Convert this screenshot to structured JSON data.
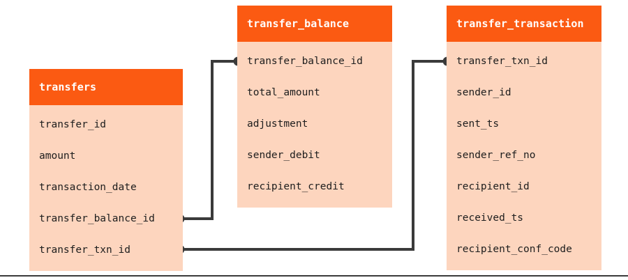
{
  "diagram": {
    "type": "entity-relationship-diagram",
    "colors": {
      "header_bg": "#fb5a12",
      "body_bg": "#fdd5be",
      "header_text": "#ffffff",
      "field_text": "#1d1d1d",
      "connector": "#3a3a3a",
      "canvas_bg": "#ffffff"
    },
    "entities": [
      {
        "id": "transfers",
        "title": "transfers",
        "fields": [
          "transfer_id",
          "amount",
          "transaction_date",
          "transfer_balance_id",
          "transfer_txn_id"
        ]
      },
      {
        "id": "transfer_balance",
        "title": "transfer_balance",
        "fields": [
          "transfer_balance_id",
          "total_amount",
          "adjustment",
          "sender_debit",
          "recipient_credit"
        ]
      },
      {
        "id": "transfer_transaction",
        "title": "transfer_transaction",
        "fields": [
          "transfer_txn_id",
          "sender_id",
          "sent_ts",
          "sender_ref_no",
          "recipient_id",
          "received_ts",
          "recipient_conf_code"
        ]
      }
    ],
    "relationships": [
      {
        "id": "transfers-to-transfer-balance",
        "from_entity": "transfers",
        "from_field": "transfer_balance_id",
        "to_entity": "transfer_balance",
        "to_field": "transfer_balance_id"
      },
      {
        "id": "transfers-to-transfer-transaction",
        "from_entity": "transfers",
        "from_field": "transfer_txn_id",
        "to_entity": "transfer_transaction",
        "to_field": "transfer_txn_id"
      }
    ]
  }
}
